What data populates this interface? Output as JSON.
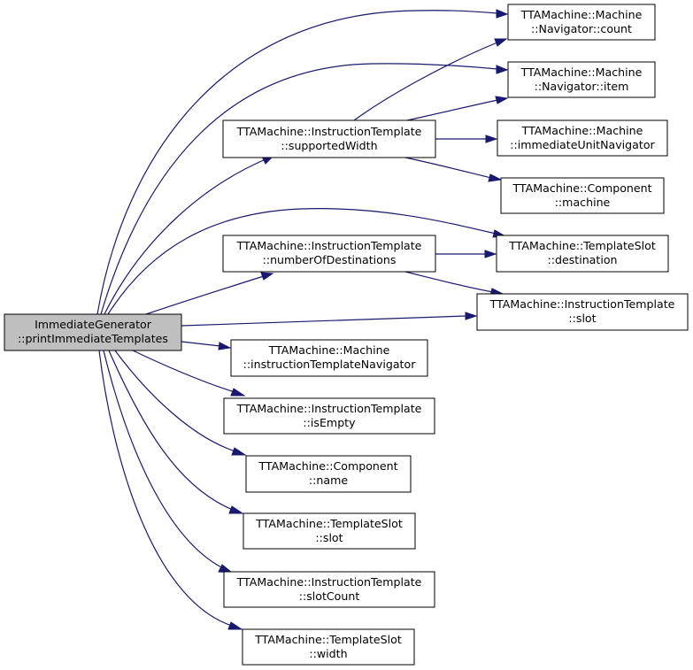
{
  "graph": {
    "root": {
      "line1": "ImmediateGenerator",
      "line2": "::printImmediateTemplates"
    },
    "nodes": [
      {
        "line1": "TTAMachine::Machine",
        "line2": "::Navigator::count"
      },
      {
        "line1": "TTAMachine::Machine",
        "line2": "::Navigator::item"
      },
      {
        "line1": "TTAMachine::InstructionTemplate",
        "line2": "::supportedWidth"
      },
      {
        "line1": "TTAMachine::Machine",
        "line2": "::immediateUnitNavigator"
      },
      {
        "line1": "TTAMachine::Component",
        "line2": "::machine"
      },
      {
        "line1": "TTAMachine::InstructionTemplate",
        "line2": "::numberOfDestinations"
      },
      {
        "line1": "TTAMachine::TemplateSlot",
        "line2": "::destination"
      },
      {
        "line1": "TTAMachine::InstructionTemplate",
        "line2": "::slot"
      },
      {
        "line1": "TTAMachine::Machine",
        "line2": "::instructionTemplateNavigator"
      },
      {
        "line1": "TTAMachine::InstructionTemplate",
        "line2": "::isEmpty"
      },
      {
        "line1": "TTAMachine::Component",
        "line2": "::name"
      },
      {
        "line1": "TTAMachine::TemplateSlot",
        "line2": "::slot"
      },
      {
        "line1": "TTAMachine::InstructionTemplate",
        "line2": "::slotCount"
      },
      {
        "line1": "TTAMachine::TemplateSlot",
        "line2": "::width"
      }
    ]
  },
  "colors": {
    "edge": "#191970",
    "root_fill": "#bfbfbf",
    "node_fill": "#ffffff",
    "border": "#000000"
  }
}
